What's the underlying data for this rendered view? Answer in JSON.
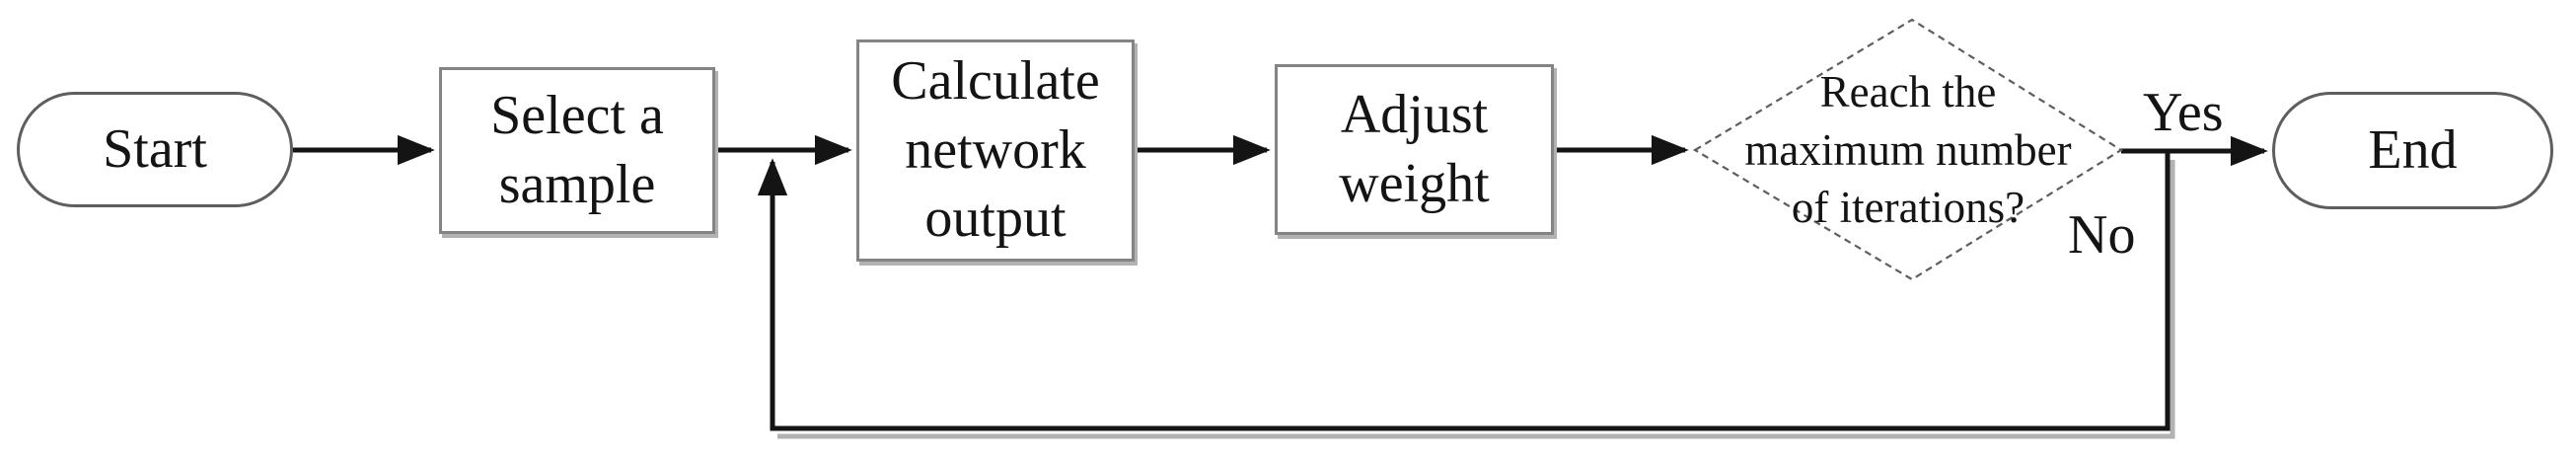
{
  "diagram": {
    "type": "flowchart",
    "direction": "left-to-right",
    "nodes": [
      {
        "id": "start",
        "shape": "terminator",
        "label": "Start",
        "lines": [
          "Start"
        ]
      },
      {
        "id": "select_sample",
        "shape": "process",
        "label": "Select a sample",
        "lines": [
          "Select a",
          "sample"
        ]
      },
      {
        "id": "calculate_output",
        "shape": "process",
        "label": "Calculate network output",
        "lines": [
          "Calculate",
          "network",
          "output"
        ]
      },
      {
        "id": "adjust_weight",
        "shape": "process",
        "label": "Adjust weight",
        "lines": [
          "Adjust",
          "weight"
        ]
      },
      {
        "id": "decision",
        "shape": "decision",
        "label": "Reach the maximum number of iterations?",
        "lines": [
          "Reach the",
          "maximum number",
          "of iterations?"
        ]
      },
      {
        "id": "end",
        "shape": "terminator",
        "label": "End",
        "lines": [
          "End"
        ]
      }
    ],
    "edges": [
      {
        "from": "start",
        "to": "select_sample",
        "label": ""
      },
      {
        "from": "select_sample",
        "to": "calculate_output",
        "label": ""
      },
      {
        "from": "calculate_output",
        "to": "adjust_weight",
        "label": ""
      },
      {
        "from": "adjust_weight",
        "to": "decision",
        "label": ""
      },
      {
        "from": "decision",
        "to": "end",
        "label": "Yes"
      },
      {
        "from": "decision",
        "to": "calculate_output",
        "label": "No",
        "route": "feedback loop down and back, re-entering the line between Select a sample and Calculate network output"
      }
    ]
  },
  "colors": {
    "background": "#ffffff",
    "text": "#141414",
    "line": "#141414",
    "line_shadow": "#b2b2b2",
    "box_border": "#848484",
    "shape_border": "#5e5e5e"
  }
}
